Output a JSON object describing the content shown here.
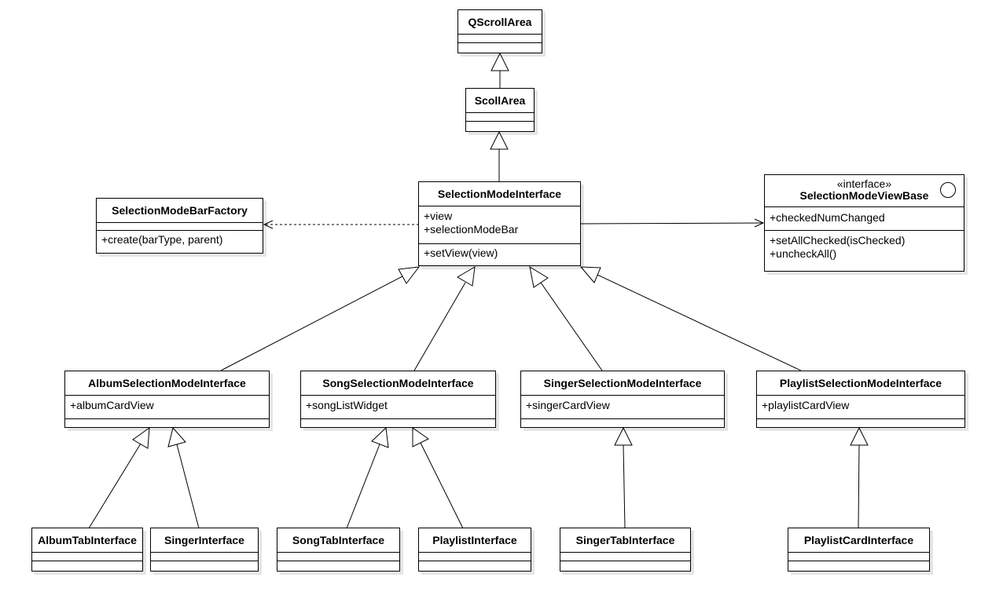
{
  "classes": {
    "qscrollarea": {
      "name": "QScrollArea",
      "attributes": [],
      "methods": []
    },
    "scollarea": {
      "name": "ScollArea",
      "attributes": [],
      "methods": []
    },
    "selection_mode_interface": {
      "name": "SelectionModeInterface",
      "attributes": [
        "+view",
        "+selectionModeBar"
      ],
      "methods": [
        "+setView(view)"
      ]
    },
    "selection_mode_bar_factory": {
      "name": "SelectionModeBarFactory",
      "attributes": [],
      "methods": [
        "+create(barType, parent)"
      ]
    },
    "selection_mode_view_base": {
      "stereotype": "«interface»",
      "name": "SelectionModeViewBase",
      "attributes": [
        "+checkedNumChanged"
      ],
      "methods": [
        "+setAllChecked(isChecked)",
        "+uncheckAll()"
      ]
    },
    "album_selection_mode_interface": {
      "name": "AlbumSelectionModeInterface",
      "attributes": [
        "+albumCardView"
      ],
      "methods": []
    },
    "song_selection_mode_interface": {
      "name": "SongSelectionModeInterface",
      "attributes": [
        "+songListWidget"
      ],
      "methods": []
    },
    "singer_selection_mode_interface": {
      "name": "SingerSelectionModeInterface",
      "attributes": [
        "+singerCardView"
      ],
      "methods": []
    },
    "playlist_selection_mode_interface": {
      "name": "PlaylistSelectionModeInterface",
      "attributes": [
        "+playlistCardView"
      ],
      "methods": []
    },
    "album_tab_interface": {
      "name": "AlbumTabInterface",
      "attributes": [],
      "methods": []
    },
    "singer_interface": {
      "name": "SingerInterface",
      "attributes": [],
      "methods": []
    },
    "song_tab_interface": {
      "name": "SongTabInterface",
      "attributes": [],
      "methods": []
    },
    "playlist_interface": {
      "name": "PlaylistInterface",
      "attributes": [],
      "methods": []
    },
    "singer_tab_interface": {
      "name": "SingerTabInterface",
      "attributes": [],
      "methods": []
    },
    "playlist_card_interface": {
      "name": "PlaylistCardInterface",
      "attributes": [],
      "methods": []
    }
  },
  "relations": [
    {
      "type": "generalization",
      "from": "ScollArea",
      "to": "QScrollArea"
    },
    {
      "type": "generalization",
      "from": "SelectionModeInterface",
      "to": "ScollArea"
    },
    {
      "type": "dependency",
      "from": "SelectionModeInterface",
      "to": "SelectionModeBarFactory"
    },
    {
      "type": "association",
      "from": "SelectionModeInterface",
      "to": "SelectionModeViewBase"
    },
    {
      "type": "generalization",
      "from": "AlbumSelectionModeInterface",
      "to": "SelectionModeInterface"
    },
    {
      "type": "generalization",
      "from": "SongSelectionModeInterface",
      "to": "SelectionModeInterface"
    },
    {
      "type": "generalization",
      "from": "SingerSelectionModeInterface",
      "to": "SelectionModeInterface"
    },
    {
      "type": "generalization",
      "from": "PlaylistSelectionModeInterface",
      "to": "SelectionModeInterface"
    },
    {
      "type": "generalization",
      "from": "AlbumTabInterface",
      "to": "AlbumSelectionModeInterface"
    },
    {
      "type": "generalization",
      "from": "SingerInterface",
      "to": "AlbumSelectionModeInterface"
    },
    {
      "type": "generalization",
      "from": "SongTabInterface",
      "to": "SongSelectionModeInterface"
    },
    {
      "type": "generalization",
      "from": "PlaylistInterface",
      "to": "SongSelectionModeInterface"
    },
    {
      "type": "generalization",
      "from": "SingerTabInterface",
      "to": "SingerSelectionModeInterface"
    },
    {
      "type": "generalization",
      "from": "PlaylistCardInterface",
      "to": "PlaylistSelectionModeInterface"
    }
  ]
}
